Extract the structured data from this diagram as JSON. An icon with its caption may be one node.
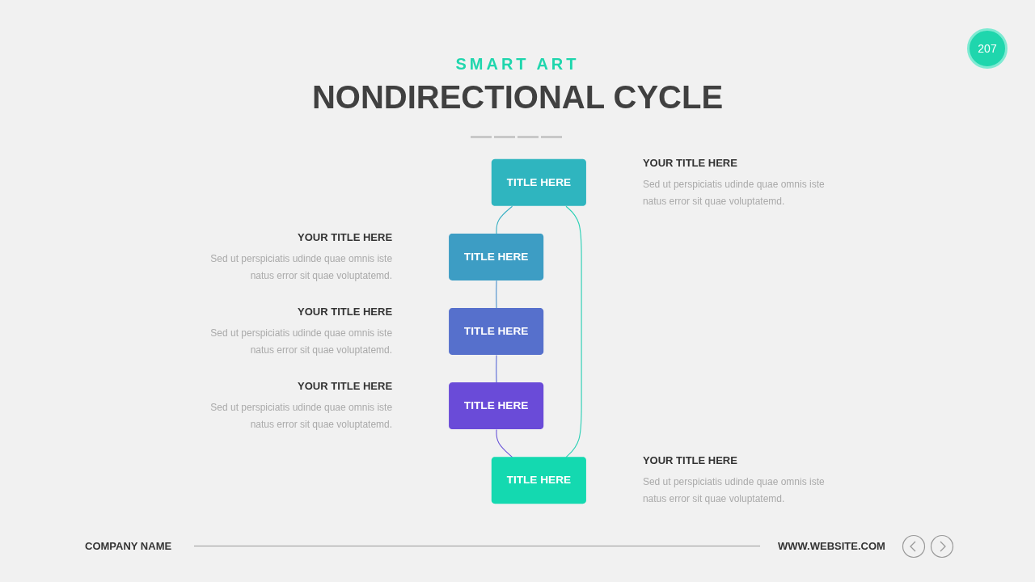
{
  "diagram": {
    "title": "NONDIRECTIONAL CYCLE",
    "nodes": [
      {
        "text": [
          "TITLE HERE"
        ],
        "beside": [
          "YOUR TITLE HERE",
          "Sed ut perspiciatis udinde quae omnis iste natus error sit quae voluptatemd."
        ]
      },
      {
        "text": [
          "TITLE HERE"
        ],
        "beside": [
          "YOUR TITLE HERE",
          "Sed ut perspiciatis udinde quae omnis iste natus error sit quae voluptatemd."
        ]
      },
      {
        "text": [
          "TITLE HERE"
        ],
        "beside": [
          "YOUR TITLE HERE",
          "Sed ut perspiciatis udinde quae omnis iste natus error sit quae voluptatemd."
        ]
      },
      {
        "text": [
          "TITLE HERE"
        ],
        "beside": [
          "YOUR TITLE HERE",
          "Sed ut perspiciatis udinde quae omnis iste natus error sit quae voluptatemd."
        ]
      },
      {
        "text": [
          "TITLE HERE"
        ],
        "beside": [
          "YOUR TITLE HERE",
          "Sed ut perspiciatis udinde quae omnis iste natus error sit quae voluptatemd."
        ]
      }
    ],
    "edges": [
      {
        "from": 0,
        "to": 2,
        "arrow": "none",
        "color": "#3ab0c4"
      },
      {
        "from": 2,
        "to": 4,
        "arrow": "none",
        "color": "#4a8fcc"
      },
      {
        "from": 4,
        "to": 3,
        "arrow": "none",
        "color": "#5a6ad6"
      },
      {
        "from": 3,
        "to": 1,
        "arrow": "none",
        "color": "#6a55d8"
      },
      {
        "from": 1,
        "to": 0,
        "arrow": "none",
        "color": "#2ad0b5"
      }
    ],
    "labels": [
      "SMART ART",
      "207",
      "COMPANY NAME",
      "WWW.WEBSITE.COM"
    ]
  }
}
